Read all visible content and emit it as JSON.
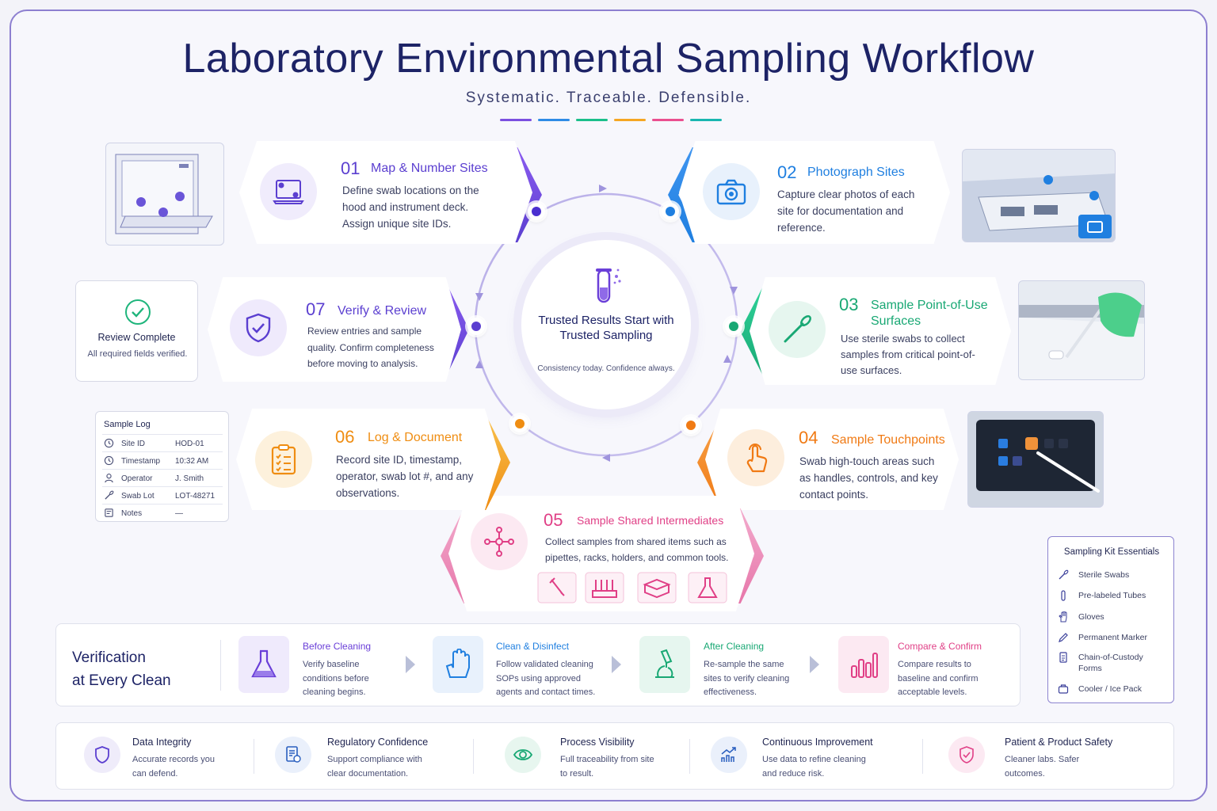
{
  "header": {
    "title": "Laboratory Environmental Sampling Workflow",
    "subtitle": "Systematic.  Traceable.  Defensible.",
    "bar_colors": [
      "#7b4fe0",
      "#2e8be6",
      "#1bbf8a",
      "#f5a623",
      "#ea4f8f",
      "#19b6b0"
    ]
  },
  "center": {
    "title": "Trusted Results Start with Trusted Sampling",
    "subtitle": "Consistency today. Confidence always."
  },
  "steps": [
    {
      "num": "01",
      "title": "Map & Number Sites",
      "desc": "Define swab locations on the hood and instrument deck. Assign unique site IDs.",
      "color": "#6a3fd8",
      "icon": "laptop-map-icon"
    },
    {
      "num": "02",
      "title": "Photograph Sites",
      "desc": "Capture clear photos of each site for documentation and reference.",
      "color": "#1f7fe0",
      "icon": "camera-icon"
    },
    {
      "num": "03",
      "title": "Sample Point-of-Use Surfaces",
      "desc": "Use sterile swabs to collect samples from critical point-of-use surfaces.",
      "color": "#19a874",
      "icon": "swab-icon"
    },
    {
      "num": "04",
      "title": "Sample Touchpoints",
      "desc": "Swab high-touch areas such as handles, controls, and key contact points.",
      "color": "#f07a14",
      "icon": "touch-hand-icon"
    },
    {
      "num": "05",
      "title": "Sample Shared Intermediates",
      "desc": "Collect samples from shared items such as pipettes, racks, holders, and common tools.",
      "color": "#e03f86",
      "icon": "network-icon"
    },
    {
      "num": "06",
      "title": "Log & Document",
      "desc": "Record site ID, timestamp, operator, swab lot #, and any observations.",
      "color": "#ef8d12",
      "icon": "clipboard-icon"
    },
    {
      "num": "07",
      "title": "Verify & Review",
      "desc": "Review entries and sample quality. Confirm completeness before moving to analysis.",
      "color": "#5b3fd0",
      "icon": "shield-check-icon"
    }
  ],
  "review": {
    "title": "Review Complete",
    "subtitle": "All required fields verified."
  },
  "sample_log": {
    "title": "Sample Log",
    "rows": [
      {
        "key": "Site ID",
        "value": "HOD-01",
        "icon": "clock-icon"
      },
      {
        "key": "Timestamp",
        "value": "10:32 AM",
        "icon": "clock-icon"
      },
      {
        "key": "Operator",
        "value": "J. Smith",
        "icon": "user-icon"
      },
      {
        "key": "Swab Lot",
        "value": "LOT-48271",
        "icon": "swab-icon"
      },
      {
        "key": "Notes",
        "value": "—",
        "icon": "notes-icon"
      }
    ]
  },
  "verification": {
    "title_line1": "Verification",
    "title_line2": "at Every Clean",
    "steps": [
      {
        "title": "Before Cleaning",
        "desc": "Verify baseline conditions before cleaning begins.",
        "color": "#6a3fd8",
        "bg": "#efeafc"
      },
      {
        "title": "Clean & Disinfect",
        "desc": "Follow validated cleaning SOPs using approved agents and contact times.",
        "color": "#1f7fe0",
        "bg": "#e8f1fc"
      },
      {
        "title": "After Cleaning",
        "desc": "Re-sample the same sites to verify cleaning effectiveness.",
        "color": "#19a874",
        "bg": "#e6f6ef"
      },
      {
        "title": "Compare & Confirm",
        "desc": "Compare results to baseline and confirm acceptable levels.",
        "color": "#e03f86",
        "bg": "#fce9f2"
      }
    ]
  },
  "kit": {
    "title": "Sampling Kit Essentials",
    "items": [
      "Sterile Swabs",
      "Pre-labeled Tubes",
      "Gloves",
      "Permanent Marker",
      "Chain-of-Custody Forms",
      "Cooler / Ice Pack"
    ]
  },
  "benefits": [
    {
      "title": "Data Integrity",
      "desc": "Accurate records you can defend.",
      "color": "#5b3fd0",
      "bg": "#efecfa"
    },
    {
      "title": "Regulatory Confidence",
      "desc": "Support compliance with clear documentation.",
      "color": "#2a5fbf",
      "bg": "#eaf0fb"
    },
    {
      "title": "Process Visibility",
      "desc": "Full traceability from site to result.",
      "color": "#19a874",
      "bg": "#e7f6ef"
    },
    {
      "title": "Continuous Improvement",
      "desc": "Use data to refine cleaning and reduce risk.",
      "color": "#2a5fbf",
      "bg": "#eaf0fb"
    },
    {
      "title": "Patient & Product Safety",
      "desc": "Cleaner labs. Safer outcomes.",
      "color": "#e03f86",
      "bg": "#fce9f2"
    }
  ]
}
